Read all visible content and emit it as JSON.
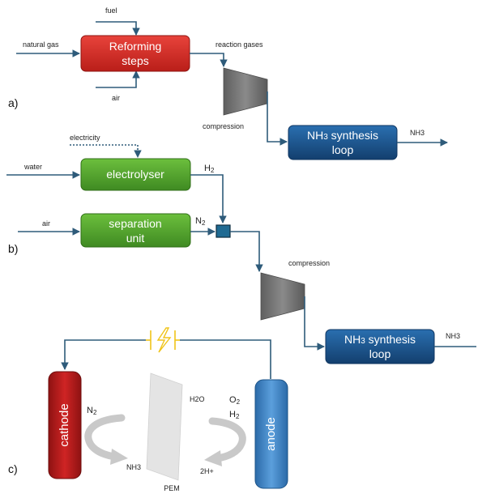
{
  "panel_a": {
    "label": "a)",
    "reforming_line1": "Reforming",
    "reforming_line2": "steps",
    "fuel": "fuel",
    "air": "air",
    "natural_gas": "natural gas",
    "reaction_gases": "reaction gases",
    "compression": "compression",
    "synthesis_nh": "NH",
    "synthesis_sub": "3",
    "synthesis_rest": " synthesis",
    "synthesis_line2": "loop",
    "output": "NH3"
  },
  "panel_b": {
    "label": "b)",
    "electricity": "electricity",
    "water": "water",
    "electrolyser": "electrolyser",
    "h2_h": "H",
    "h2_sub": "2",
    "air": "air",
    "separation_line1": "separation",
    "separation_line2": "unit",
    "n2_n": "N",
    "n2_sub": "2",
    "compression": "compression",
    "synthesis_nh": "NH",
    "synthesis_sub": "3",
    "synthesis_rest": " synthesis",
    "synthesis_line2": "loop",
    "output": "NH3"
  },
  "panel_c": {
    "label": "c)",
    "cathode": "cathode",
    "anode": "anode",
    "n2_n": "N",
    "n2_sub": "2",
    "nh3": "NH3",
    "h2o": "H2O",
    "o2_o": "O",
    "o2_sub": "2",
    "h2_h": "H",
    "h2_sub": "2",
    "h_plus": "2H+",
    "pem": "PEM"
  },
  "colors": {
    "line": "#2e5b7a",
    "red_box": "#d42a25",
    "green_box": "#5aa832",
    "blue_box": "#1e5a96",
    "anode": "#3f88cc",
    "cathode": "#b61c1c",
    "compressor": "#707070",
    "pem": "#e3e3e3",
    "lightning": "#f0c419"
  }
}
